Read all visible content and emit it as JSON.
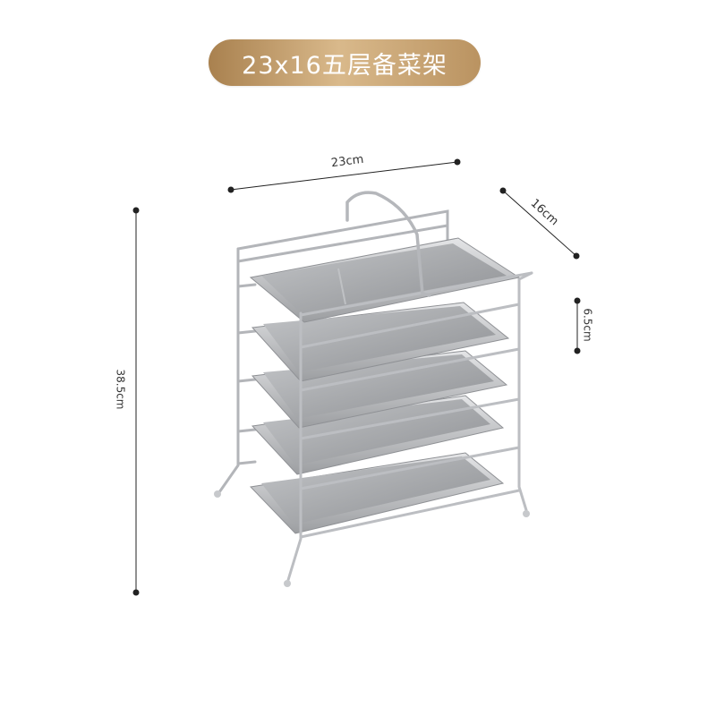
{
  "title": "23x16五层备菜架",
  "dimensions": {
    "width": "23cm",
    "depth": "16cm",
    "tier_spacing": "6.5cm",
    "height": "38.5cm"
  },
  "product": {
    "tiers": 5,
    "frame_color": "#b9bbbf",
    "tray_color": "#a9abae"
  },
  "colors": {
    "pill_start": "#a9814f",
    "pill_end": "#ba9361",
    "dimension_line": "#222222"
  }
}
